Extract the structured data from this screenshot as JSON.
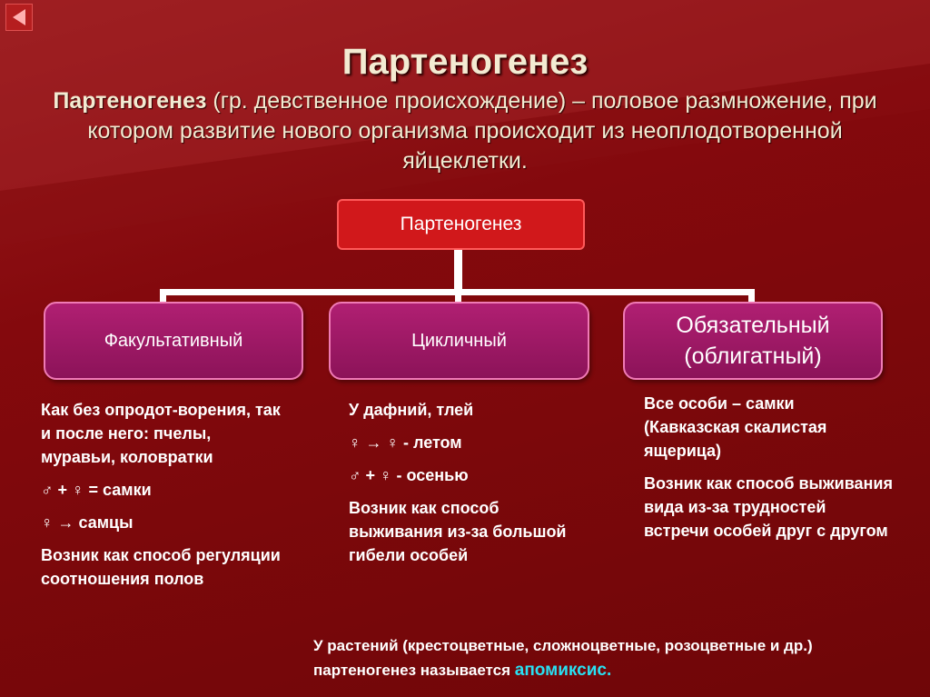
{
  "nav": {
    "back_icon": "triangle-left-icon"
  },
  "title": "Партеногенез",
  "definition": {
    "term": "Партеногенез",
    "text": " (гр. девственное происхождение) – половое размножение, при котором развитие нового организма происходит из неоплодотворенной яйцеклетки."
  },
  "diagram": {
    "root": "Партеногенез",
    "types": {
      "facultative": "Факультативный",
      "cyclic": "Цикличный",
      "obligate_line1": "Обязательный",
      "obligate_line2": "(облигатный)"
    }
  },
  "details": {
    "facultative": {
      "p1": "Как без опродот-ворения, так и после него: пчелы, муравьи, коловратки",
      "p2": "♂ + ♀ = самки",
      "p3": "♀ → самцы",
      "p4": "Возник как способ регуляции соотношения полов"
    },
    "cyclic": {
      "p1": "У дафний, тлей",
      "p2": "♀ → ♀  - летом",
      "p3": "♂ + ♀   - осенью",
      "p4": "Возник  как способ выживания из-за большой гибели особей"
    },
    "obligate": {
      "p1": "Все особи – самки (Кавказская скалистая ящерица)",
      "p2": "Возник как способ выживания вида из-за трудностей  встречи особей друг с другом"
    }
  },
  "footnote": {
    "text": "У растений (крестоцветные, сложноцветные, розоцветные и др.) партеногенез называется ",
    "accent": "апомиксис."
  },
  "colors": {
    "background": "#7c0a0e",
    "root_box": "#d1181b",
    "type_box": "#a01a68",
    "accent_text": "#29e0f2"
  }
}
